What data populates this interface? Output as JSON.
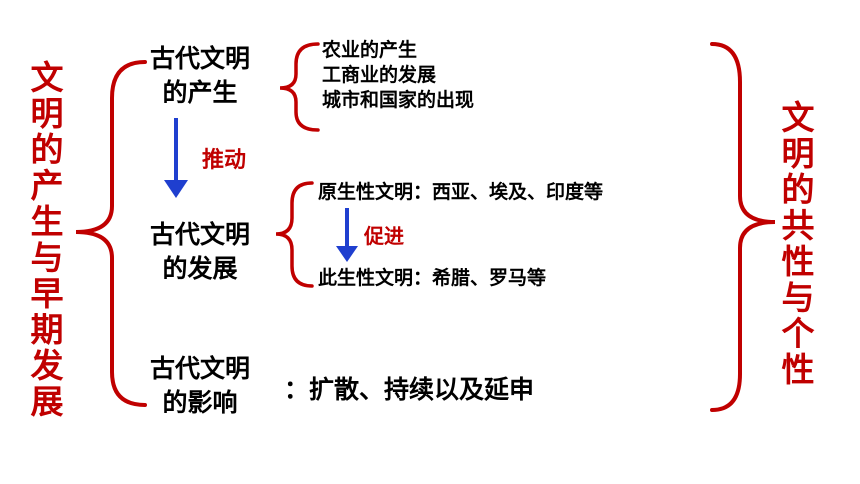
{
  "left_title": [
    "文",
    "明",
    "的",
    "产",
    "生",
    "与",
    "早",
    "期",
    "发",
    "展"
  ],
  "right_title": [
    "文",
    "明",
    "的",
    "共",
    "性",
    "与",
    "个",
    "性"
  ],
  "nodes": {
    "origin": {
      "line1": "古代文明",
      "line2": "的产生"
    },
    "development": {
      "line1": "古代文明",
      "line2": "的发展"
    },
    "influence": {
      "line1": "古代文明",
      "line2": "的影响"
    }
  },
  "origin_items": [
    "农业的产生",
    "工商业的发展",
    "城市和国家的出现"
  ],
  "development_items": {
    "primary": "原生性文明：西亚、埃及、印度等",
    "secondary": "此生性文明：希腊、罗马等"
  },
  "arrow_labels": {
    "push": "推动",
    "promote": "促进"
  },
  "influence_text": "：扩散、持续以及延申",
  "colors": {
    "bracket": "#c00000",
    "arrow": "#1f3fcf",
    "title": "#c00000"
  }
}
